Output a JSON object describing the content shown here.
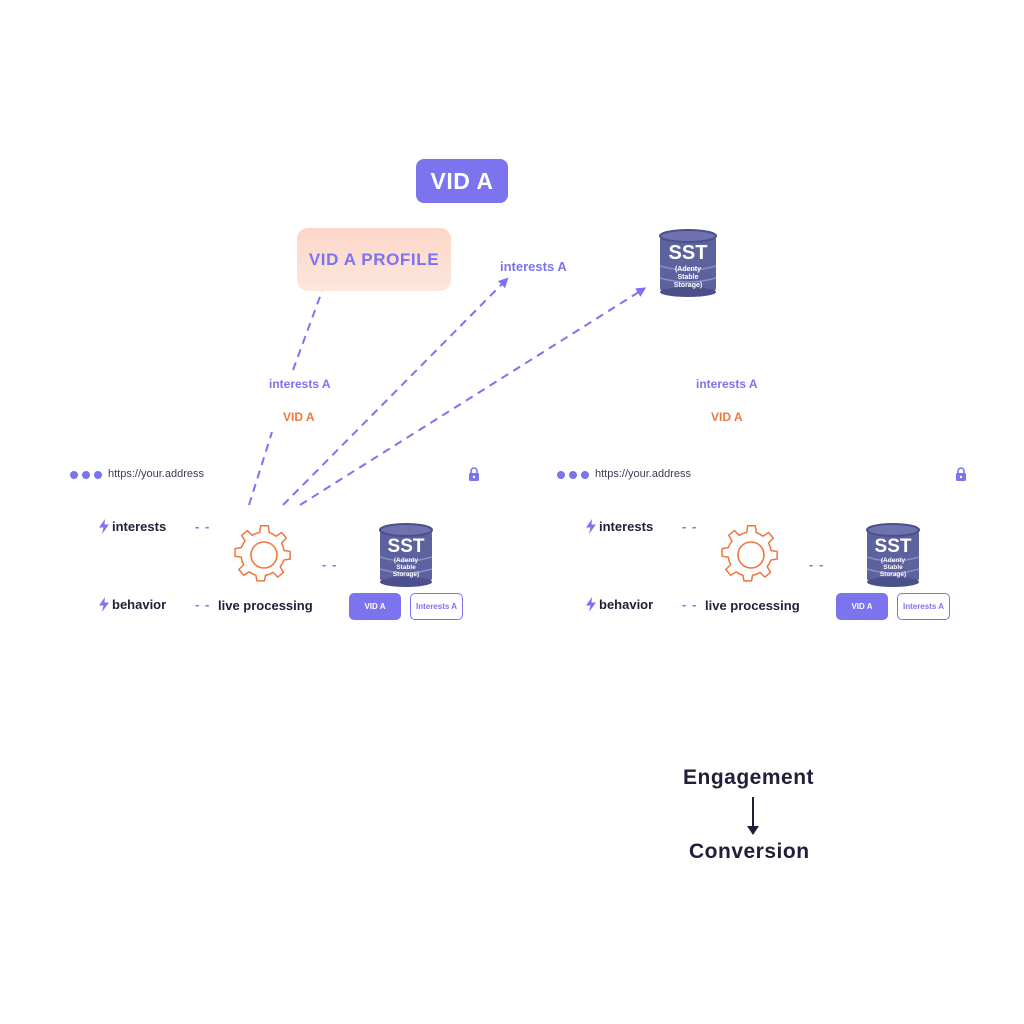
{
  "top_pill": "VID A",
  "profile_label": "VID A PROFILE",
  "top_interests_label": "interests A",
  "sst": {
    "title": "SST",
    "sub1": "(Adenty",
    "sub2": "Stable",
    "sub3": "Storage)"
  },
  "mid_left": {
    "interests": "interests A",
    "vid": "VID A"
  },
  "mid_right": {
    "interests": "interests A",
    "vid": "VID A"
  },
  "panels": [
    {
      "url": "https://your.address",
      "interests_label": "interests",
      "behavior_label": "behavior",
      "processing_label": "live processing",
      "vid_chip": "VID A",
      "interests_chip": "Interests A",
      "sst": {
        "title": "SST",
        "sub1": "(Adenty",
        "sub2": "Stable",
        "sub3": "Storage)"
      }
    },
    {
      "url": "https://your.address",
      "interests_label": "interests",
      "behavior_label": "behavior",
      "processing_label": "live processing",
      "vid_chip": "VID A",
      "interests_chip": "Interests A",
      "sst": {
        "title": "SST",
        "sub1": "(Adenty",
        "sub2": "Stable",
        "sub3": "Storage)"
      }
    }
  ],
  "funnel": {
    "top": "Engagement",
    "bottom": "Conversion"
  },
  "colors": {
    "accent": "#7c73ee",
    "orange": "#f0763f",
    "navy": "#4b4f8a",
    "dark": "#1f1f3a"
  },
  "icons": [
    "lightning-icon",
    "gear-icon",
    "database-icon",
    "lock-icon",
    "dots-icon"
  ]
}
